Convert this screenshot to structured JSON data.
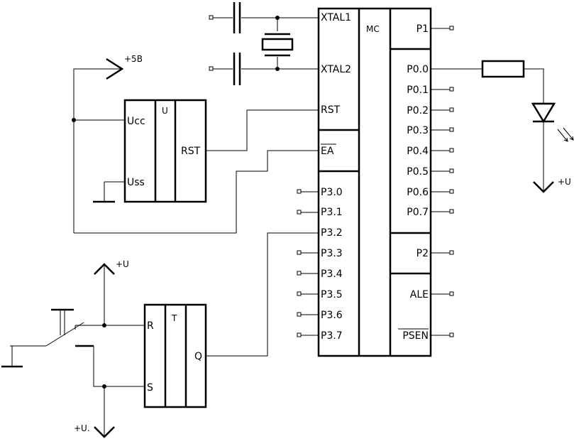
{
  "mc": {
    "title": "MC",
    "left_pins": [
      "XTAL1",
      "XTAL2",
      "RST",
      "EA",
      "P3.0",
      "P3.1",
      "P3.2",
      "P3.3",
      "P3.4",
      "P3.5",
      "P3.6",
      "P3.7"
    ],
    "right_pins": [
      "P1",
      "P0.0",
      "P0.1",
      "P0.2",
      "P0.3",
      "P0.4",
      "P0.5",
      "P0.6",
      "P0.7",
      "P2",
      "ALE",
      "PSEN"
    ]
  },
  "reset_block": {
    "title": "U",
    "ucc": "Ucc",
    "uss": "Uss",
    "rst": "RST"
  },
  "trigger_block": {
    "title": "T",
    "r": "R",
    "s": "S",
    "q": "Q"
  },
  "power": {
    "plus5": "+5B",
    "plus_u_top": "+U",
    "plus_u_bottom": "+U.",
    "plus_u_led": "+U"
  }
}
